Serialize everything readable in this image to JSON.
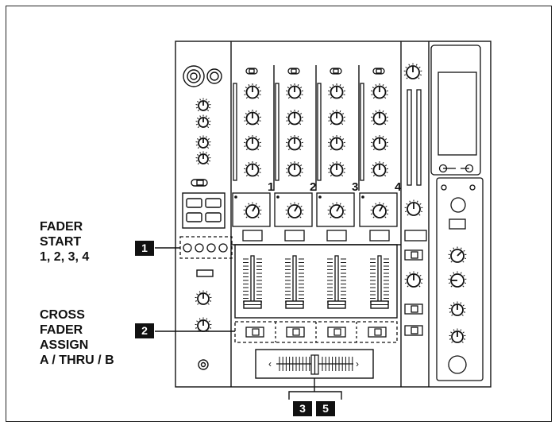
{
  "callouts": {
    "fader_start": {
      "lines": [
        "FADER",
        "START",
        "1, 2, 3, 4"
      ],
      "badge": "1"
    },
    "cross_fader_assign": {
      "lines": [
        "CROSS",
        "FADER",
        "ASSIGN",
        "A / THRU / B"
      ],
      "badge": "2"
    },
    "crossfader": {
      "badges": [
        "3",
        "5"
      ]
    }
  },
  "mixer": {
    "channel_numbers": [
      "1",
      "2",
      "3",
      "4"
    ],
    "crossfader_arrows": [
      "‹",
      "›"
    ]
  }
}
